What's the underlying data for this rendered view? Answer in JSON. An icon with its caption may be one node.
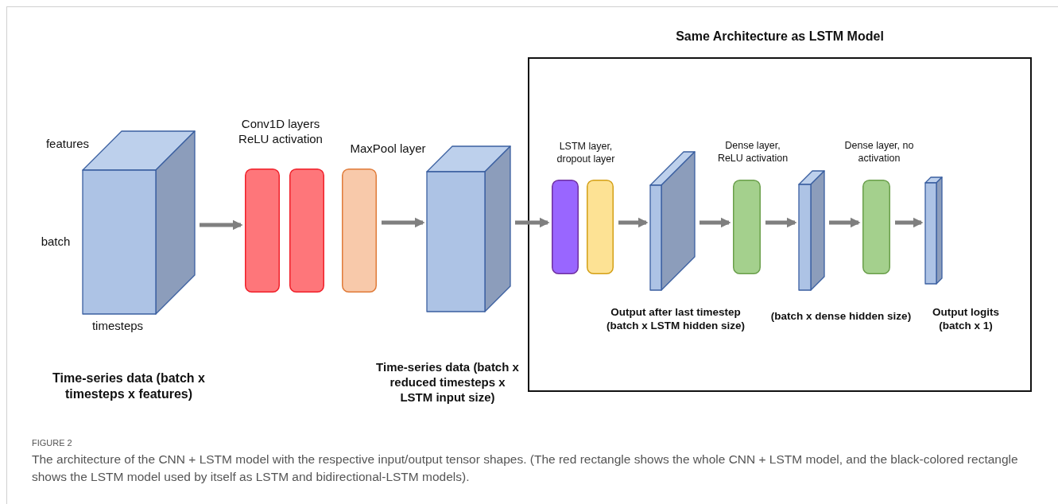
{
  "diagram": {
    "caption": "The architecture of the CNN + LSTM model with the respective input/output tensor shapes. (The red rectangle shows the whole CNN + LSTM model, and the black-colored rectangle shows the LSTM model used by itself as LSTM and bidirectional-LSTM models).",
    "nodes": [
      {
        "text": [],
        "shape": "cuboid",
        "beside": [
          "features",
          "batch",
          "timesteps",
          "Time-series data (batch x timesteps x features)"
        ]
      },
      {
        "text": [],
        "shape": "box"
      },
      {
        "text": [],
        "shape": "box"
      },
      {
        "text": [],
        "shape": "box"
      },
      {
        "text": [],
        "shape": "cuboid"
      },
      {
        "text": [
          "Same Architecture as LSTM Model"
        ]
      },
      {
        "text": [],
        "shape": "box",
        "in": 5
      },
      {
        "text": [],
        "shape": "box",
        "in": 5
      },
      {
        "text": [],
        "shape": "cuboid",
        "in": 5,
        "beside": [
          "Output after last timestep (batch x LSTM hidden size)"
        ]
      },
      {
        "text": [],
        "shape": "box",
        "in": 5
      },
      {
        "text": [],
        "shape": "cuboid",
        "in": 5,
        "beside": [
          "(batch x dense hidden size)"
        ]
      },
      {
        "text": [],
        "shape": "box",
        "in": 5
      },
      {
        "text": [],
        "shape": "cuboid",
        "in": 5,
        "beside": [
          "Output logits (batch x 1)"
        ]
      }
    ],
    "edges": [
      {
        "from": 0,
        "to": 1,
        "arrow": "to"
      },
      {
        "from": 3,
        "to": 4,
        "arrow": "to"
      },
      {
        "from": 4,
        "to": 6,
        "arrow": "to"
      },
      {
        "from": 7,
        "to": 8,
        "arrow": "to"
      },
      {
        "from": 8,
        "to": 9,
        "arrow": "to"
      },
      {
        "from": 9,
        "to": 10,
        "arrow": "to"
      },
      {
        "from": 10,
        "to": 11,
        "arrow": "to"
      },
      {
        "from": 11,
        "to": 12,
        "arrow": "to"
      }
    ],
    "labels": [
      "Conv1D layers ReLU activation",
      "MaxPool layer",
      "LSTM layer, dropout layer",
      "Dense layer, ReLU activation",
      "Dense layer, no activation",
      "Time-series data (batch x reduced timesteps x LSTM input size)",
      "FIGURE 2"
    ]
  }
}
